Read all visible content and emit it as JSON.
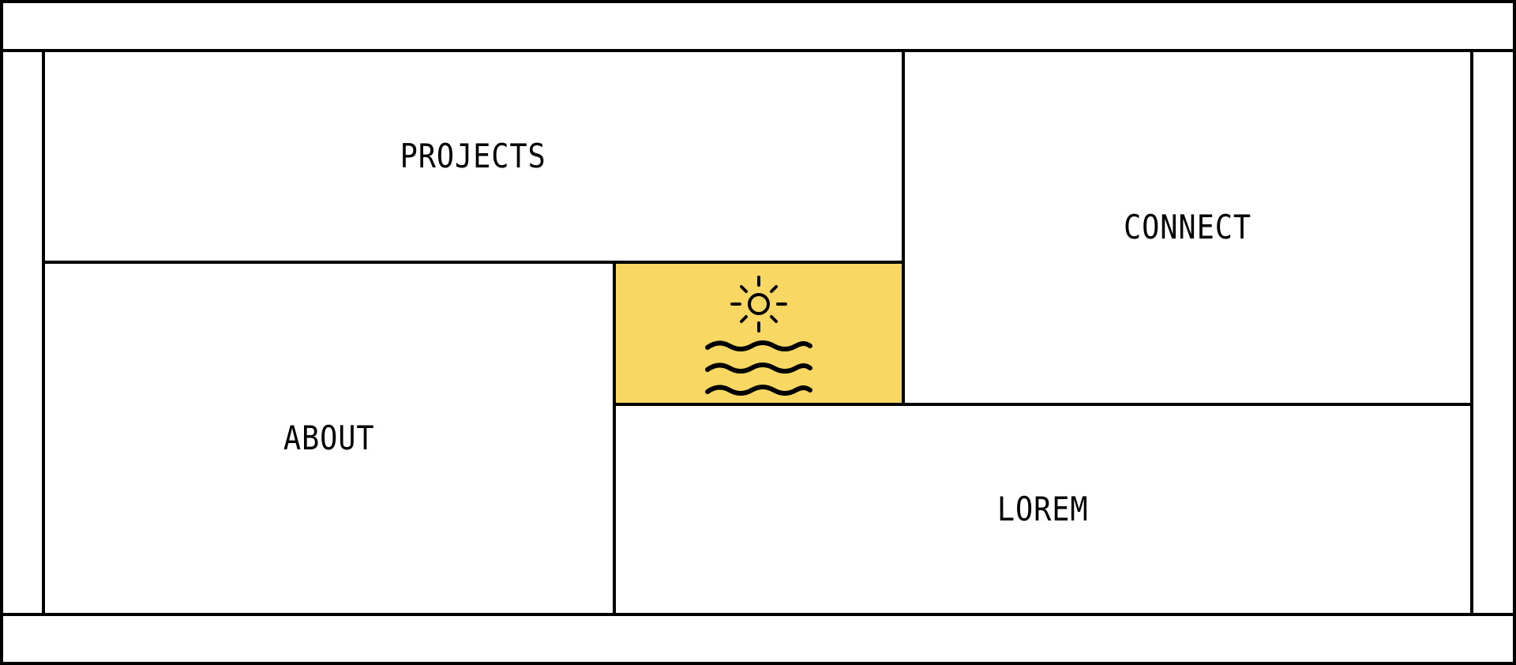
{
  "nav": {
    "projects": {
      "label": "PROJECTS"
    },
    "connect": {
      "label": "CONNECT"
    },
    "about": {
      "label": "ABOUT"
    },
    "lorem": {
      "label": "LOREM"
    }
  },
  "logo": {
    "icon": "sun-over-waves-icon",
    "fill_color": "#f8d862"
  },
  "colors": {
    "border": "#000000",
    "background": "#ffffff"
  }
}
